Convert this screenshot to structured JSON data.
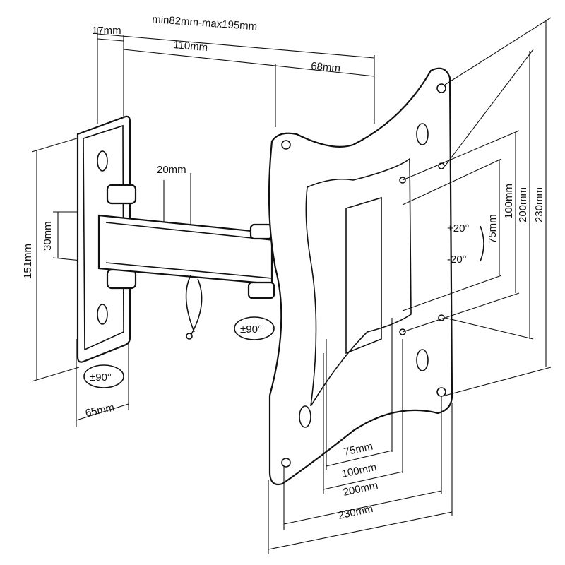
{
  "title": "TV wall mount dimension drawing",
  "labels": {
    "extension": "min82mm-max195mm",
    "plate_offset": "17mm",
    "arm_length": "110mm",
    "head_depth": "68mm",
    "arm_width": "20mm",
    "arm_height": "30mm",
    "plate_height": "151mm",
    "plate_width": "65mm",
    "wall_swivel": "±90°",
    "head_swivel": "±90°",
    "tilt_up": "+20°",
    "tilt_down": "-20°",
    "vert_75": "75mm",
    "vert_100": "100mm",
    "vert_200": "200mm",
    "vert_230": "230mm",
    "horiz_75": "75mm",
    "horiz_100": "100mm",
    "horiz_200": "200mm",
    "horiz_230": "230mm"
  }
}
